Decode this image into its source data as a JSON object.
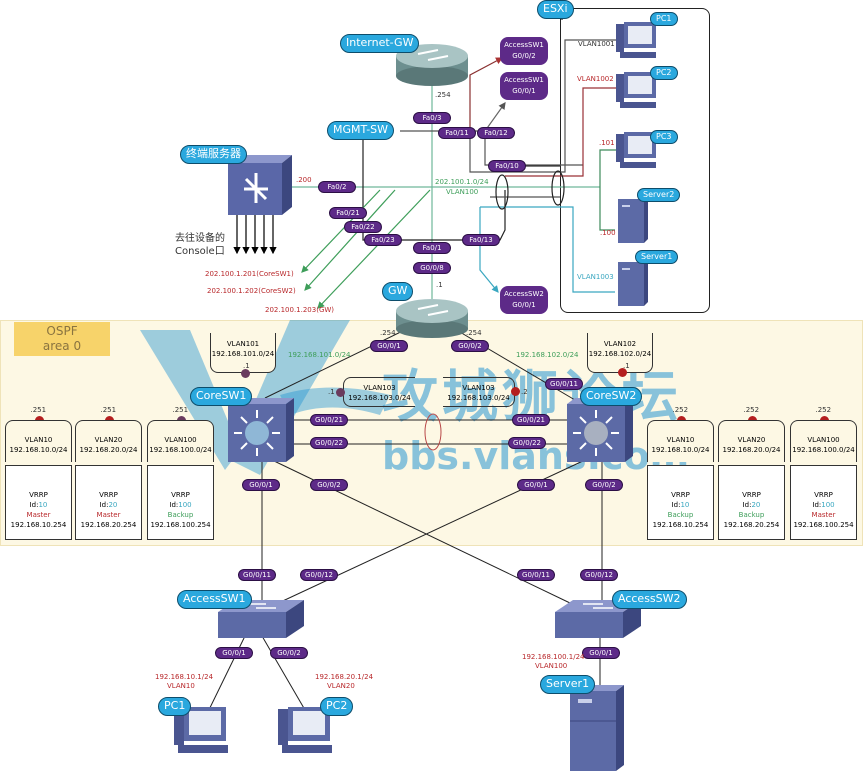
{
  "ospf": {
    "line1": "OSPF",
    "line2": "area 0"
  },
  "devices": {
    "internet_gw": "Internet-GW",
    "mgmt_sw": "MGMT-SW",
    "terminal_server": "终端服务器",
    "esxi": "ESXi",
    "gw": "GW",
    "coresw1": "CoreSW1",
    "coresw2": "CoreSW2",
    "accesssw1": "AccessSW1",
    "accesssw2": "AccessSW2",
    "pc1": "PC1",
    "pc2": "PC2",
    "server1": "Server1",
    "esxi_pc1": "PC1",
    "esxi_pc2": "PC2",
    "esxi_pc3": "PC3",
    "esxi_server2": "Server2",
    "esxi_server1": "Server1"
  },
  "ports": [
    "Fa0/3",
    "Fa0/11",
    "Fa0/12",
    "Fa0/10",
    "Fa0/2",
    "Fa0/21",
    "Fa0/22",
    "Fa0/23",
    "Fa0/1",
    "G0/0/8",
    "Fa0/13",
    "G0/0/1",
    "G0/0/2",
    "G0/0/11",
    "G0/0/21",
    "G0/0/22",
    "G0/0/21",
    "G0/0/22",
    "G0/0/1",
    "G0/0/2",
    "G0/0/1",
    "G0/0/2",
    "G0/0/11",
    "G0/0/12",
    "G0/0/11",
    "G0/0/12",
    "G0/0/1",
    "G0/0/2",
    "G0/0/1"
  ],
  "remote_ports": [
    {
      "device": "AccessSW1",
      "port": "G0/0/2"
    },
    {
      "device": "AccessSW1",
      "port": "G0/0/1"
    },
    {
      "device": "AccessSW2",
      "port": "G0/0/1"
    }
  ],
  "console": {
    "line1": "去往设备的",
    "line2": "Console口"
  },
  "mgmt_ips": [
    "202.100.1.201(CoreSW1)",
    "202.100.1.202(CoreSW2)",
    "202.100.1.203(GW)"
  ],
  "mgmt_net": {
    "subnet": "202.100.1.0/24",
    "vlan": "VLAN100"
  },
  "addr_labels": {
    "igw": ".254",
    "ts": ".200",
    "gw": ".1",
    "esxi_pc3": ".101",
    "esxi_server2": ".100",
    "gw_left": ".254",
    "gw_right": ".254",
    "core1_vlan101": ".1",
    "core1_vlan103": ".1",
    "core2_vlan103": ".2",
    "core2_vlan102": ".1"
  },
  "esxi_vlans": [
    "VLAN1001",
    "VLAN1002",
    "VLAN1003"
  ],
  "core_links": {
    "left_net": "192.168.101.0/24",
    "right_net": "192.168.102.0/24"
  },
  "vlan101": {
    "name": "VLAN101",
    "net": "192.168.101.0/24"
  },
  "vlan102": {
    "name": "VLAN102",
    "net": "192.168.102.0/24"
  },
  "vlan103": {
    "name": "VLAN103",
    "net": "192.168.103.0/24"
  },
  "vrrp_title": "VRRP",
  "vrrp_id_prefix": "Id:",
  "core1_vlans": [
    {
      "ip": ".251",
      "vlan": "VLAN10",
      "net": "192.168.10.0/24",
      "id": "10",
      "role": "Master",
      "vip": "192.168.10.254"
    },
    {
      "ip": ".251",
      "vlan": "VLAN20",
      "net": "192.168.20.0/24",
      "id": "20",
      "role": "Master",
      "vip": "192.168.20.254"
    },
    {
      "ip": ".251",
      "vlan": "VLAN100",
      "net": "192.168.100.0/24",
      "id": "100",
      "role": "Backup",
      "vip": "192.168.100.254"
    }
  ],
  "core2_vlans": [
    {
      "ip": ".252",
      "vlan": "VLAN10",
      "net": "192.168.10.0/24",
      "id": "10",
      "role": "Backup",
      "vip": "192.168.10.254"
    },
    {
      "ip": ".252",
      "vlan": "VLAN20",
      "net": "192.168.20.0/24",
      "id": "20",
      "role": "Backup",
      "vip": "192.168.20.254"
    },
    {
      "ip": ".252",
      "vlan": "VLAN100",
      "net": "192.168.100.0/24",
      "id": "100",
      "role": "Master",
      "vip": "192.168.100.254"
    }
  ],
  "hosts": {
    "pc1": {
      "ip": "192.168.10.1/24",
      "vlan": "VLAN10"
    },
    "pc2": {
      "ip": "192.168.20.1/24",
      "vlan": "VLAN20"
    },
    "server1": {
      "ip": "192.168.100.1/24",
      "vlan": "VLAN100"
    }
  },
  "watermark": {
    "cn": "攻城狮论坛",
    "url": "bbs.vlans.com"
  },
  "colors": {
    "device_label": "#2aa8de",
    "port_label": "#5d2a88",
    "master": "#b8282b",
    "backup": "#3e9e5a",
    "mgmt_vlan": "#3e9e5a",
    "ospf_area": "#f7d36a"
  }
}
